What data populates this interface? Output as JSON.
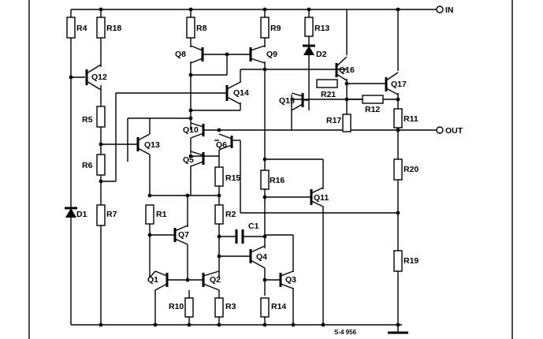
{
  "labels": {
    "R4": "R4",
    "R18": "R18",
    "R8": "R8",
    "R9": "R9",
    "R13": "R13",
    "Q8": "Q8",
    "Q9": "Q9",
    "D2": "D2",
    "Q16": "Q16",
    "Q17": "Q17",
    "Q12": "Q12",
    "Q14": "Q14",
    "R21": "R21",
    "Q15": "Q15",
    "R12": "R12",
    "R5": "R5",
    "R17": "R17",
    "R11": "R11",
    "Q10": "Q10",
    "OUT": "OUT",
    "Q13": "Q13",
    "Q6": "Q6",
    "R6": "R6",
    "Q5": "Q5",
    "R15": "R15",
    "R16": "R16",
    "R20": "R20",
    "Q11": "Q11",
    "D1": "D1",
    "R7": "R7",
    "R1": "R1",
    "R2": "R2",
    "C1": "C1",
    "Q7": "Q7",
    "Q4": "Q4",
    "R19": "R19",
    "Q1": "Q1",
    "Q2": "Q2",
    "Q3": "Q3",
    "R10": "R10",
    "R3": "R3",
    "R14": "R14",
    "IN": "IN"
  },
  "figure_ref": "S-4 956"
}
